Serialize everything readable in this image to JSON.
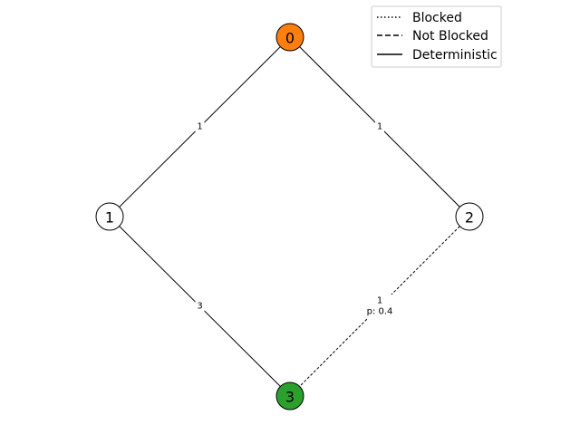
{
  "graph": {
    "nodes": [
      {
        "id": "0",
        "label": "0",
        "color": "#ff7f0e"
      },
      {
        "id": "1",
        "label": "1",
        "color": "#ffffff"
      },
      {
        "id": "2",
        "label": "2",
        "color": "#ffffff"
      },
      {
        "id": "3",
        "label": "3",
        "color": "#2ca02c"
      }
    ],
    "edges": [
      {
        "source": "0",
        "target": "1",
        "style": "Deterministic",
        "weight": "1",
        "prob": ""
      },
      {
        "source": "0",
        "target": "2",
        "style": "Deterministic",
        "weight": "1",
        "prob": ""
      },
      {
        "source": "1",
        "target": "3",
        "style": "Deterministic",
        "weight": "3",
        "prob": ""
      },
      {
        "source": "2",
        "target": "3",
        "style": "Blocked",
        "weight": "1",
        "prob": "p: 0.4"
      }
    ]
  },
  "legend": {
    "entries": [
      {
        "label": "Blocked",
        "style": "dotted"
      },
      {
        "label": "Not Blocked",
        "style": "dashed"
      },
      {
        "label": "Deterministic",
        "style": "solid"
      }
    ]
  }
}
